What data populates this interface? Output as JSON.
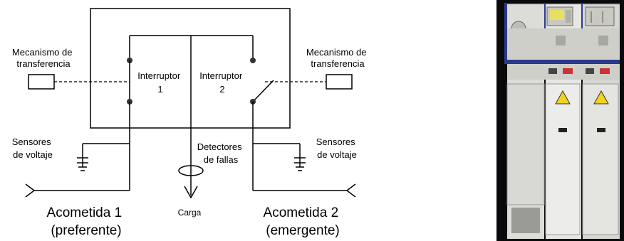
{
  "diagram": {
    "left_mechanism": [
      "Mecanismo de",
      "transferencia"
    ],
    "right_mechanism": [
      "Mecanismo de",
      "transferencia"
    ],
    "switch1": [
      "Interruptor",
      "1"
    ],
    "switch2": [
      "Interruptor",
      "2"
    ],
    "left_sensors": [
      "Sensores",
      "de voltaje"
    ],
    "right_sensors": [
      "Sensores",
      "de voltaje"
    ],
    "fault_detectors": [
      "Detectores",
      "de fallas"
    ],
    "load": "Carga",
    "feeder1": [
      "Acometida 1",
      "(preferente)"
    ],
    "feeder2": [
      "Acometida 2",
      "(emergente)"
    ]
  },
  "photo": {
    "caption": "",
    "colors": {
      "background": "#0a0a0a",
      "cabinet": "#e4e4e0",
      "top_panel": "#2a3a8a",
      "warning": "#f2d21a"
    }
  }
}
